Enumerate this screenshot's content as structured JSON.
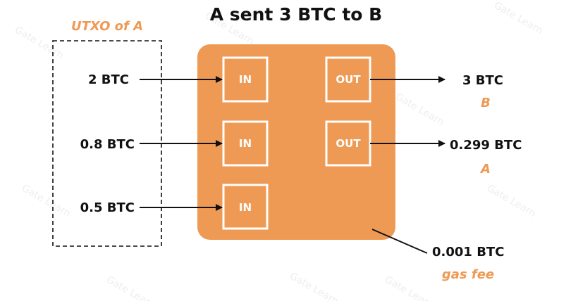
{
  "title": "A sent 3 BTC to B",
  "utxo_label": "UTXO of A",
  "inputs": [
    {
      "amount": "2 BTC",
      "box": "IN"
    },
    {
      "amount": "0.8 BTC",
      "box": "IN"
    },
    {
      "amount": "0.5 BTC",
      "box": "IN"
    }
  ],
  "outputs": [
    {
      "amount": "3 BTC",
      "recipient": "B",
      "box": "OUT"
    },
    {
      "amount": "0.299 BTC",
      "recipient": "A",
      "box": "OUT"
    }
  ],
  "fee": {
    "amount": "0.001 BTC",
    "label": "gas fee"
  },
  "watermark": "Gate Learn",
  "colors": {
    "transaction_fill": "#ee9a55",
    "label_orange": "#ee9a55",
    "text": "#111111",
    "box_border": "#ffffff"
  }
}
